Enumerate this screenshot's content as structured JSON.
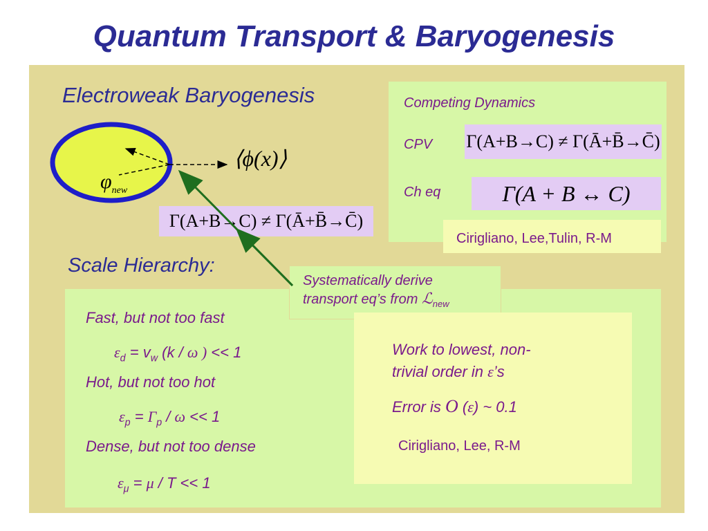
{
  "slide": {
    "title": "Quantum Transport & Baryogenesis"
  },
  "electroweak": {
    "heading": "Electroweak Baryogenesis",
    "bubble_label": "φ",
    "bubble_sub": "new",
    "phi_expr": "⟨ϕ(x)⟩",
    "cpv_equation": "Γ(A+B→C) ≠ Γ(Ā+B̄→C̄)"
  },
  "competing": {
    "heading": "Competing Dynamics",
    "cpv_label": "CPV",
    "cpv_equation": "Γ(A+B→C) ≠ Γ(Ā+B̄→C̄)",
    "cheq_label": "Ch eq",
    "cheq_equation": "Γ(A + B ↔ C)",
    "citation": "Cirigliano, Lee,Tulin, R-M"
  },
  "callout": {
    "line1": "Systematically derive",
    "line2": "transport eq’s from ",
    "lagrangian_symbol": "ℒ",
    "lagrangian_sub": "new"
  },
  "scale": {
    "heading": "Scale Hierarchy:",
    "fast_label": "Fast, but not too fast",
    "fast_eps": "ε",
    "fast_eps_sub": "d",
    "fast_mid": " = v",
    "fast_v_sub": "w",
    "fast_k": " (k / ",
    "fast_omega": "ω )",
    "fast_tail": " << 1",
    "hot_label": "Hot, but not too hot",
    "hot_eps": "ε",
    "hot_eps_sub": "p",
    "hot_mid": " = ",
    "hot_gamma": "Γ",
    "hot_gamma_sub": "p",
    "hot_slash": " / ",
    "hot_omega": "ω",
    "hot_tail": " << 1",
    "dense_label": "Dense, but not too dense",
    "dense_eps": "ε",
    "dense_eps_sub": "μ",
    "dense_mid": " = ",
    "dense_mu": "μ",
    "dense_tail": " / T << 1"
  },
  "work": {
    "line1": "Work to lowest, non-",
    "line2_pre": "trivial order in ",
    "line2_eps": "ε",
    "line2_post": "’s",
    "error_pre": "Error is ",
    "error_O": "O",
    "error_mid": " (",
    "error_eps": "ε",
    "error_post": ") ~ 0.1",
    "citation": "Cirigliano, Lee, R-M"
  },
  "colors": {
    "title_blue": "#2b2b94",
    "purple_text": "#7a1a8c",
    "panel_tan": "#e2d997",
    "box_green": "#d7f7a7",
    "box_yellow": "#f6fbb3",
    "eq_lavender": "#e3ccf4",
    "bubble_fill": "#e7f54a",
    "bubble_border": "#1e1ec8",
    "arrow_green": "#1f6e1f"
  }
}
